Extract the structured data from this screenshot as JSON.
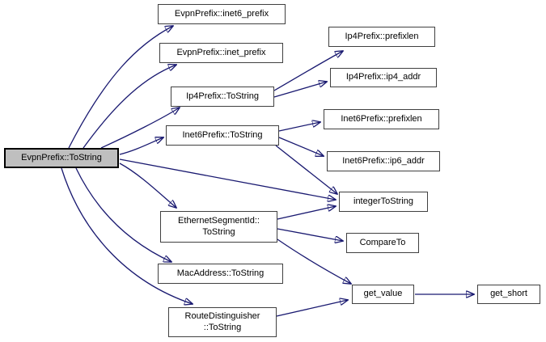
{
  "diagram": {
    "type": "call-graph",
    "colors": {
      "edge": "#191970",
      "node_border": "#404040",
      "node_fill": "#ffffff",
      "highlight_fill": "#bfbfbf",
      "text": "#000000"
    },
    "nodes": {
      "evpn_tostring": {
        "label": "EvpnPrefix::ToString",
        "highlighted": true
      },
      "inet6_prefix": {
        "label": "EvpnPrefix::inet6_prefix"
      },
      "inet_prefix": {
        "label": "EvpnPrefix::inet_prefix"
      },
      "ip4_tostring": {
        "label": "Ip4Prefix::ToString"
      },
      "inet6_tostring": {
        "label": "Inet6Prefix::ToString"
      },
      "ethseg_tostring": {
        "line1": "EthernetSegmentId::",
        "line2": "ToString"
      },
      "mac_tostring": {
        "label": "MacAddress::ToString"
      },
      "rd_tostring": {
        "line1": "RouteDistinguisher",
        "line2": "::ToString"
      },
      "ip4_prefixlen": {
        "label": "Ip4Prefix::prefixlen"
      },
      "ip4_addr": {
        "label": "Ip4Prefix::ip4_addr"
      },
      "inet6_prefixlen": {
        "label": "Inet6Prefix::prefixlen"
      },
      "inet6_addr": {
        "label": "Inet6Prefix::ip6_addr"
      },
      "integer_tostring": {
        "label": "integerToString"
      },
      "compareto": {
        "label": "CompareTo"
      },
      "get_value": {
        "label": "get_value"
      },
      "get_short": {
        "label": "get_short"
      }
    },
    "edges": [
      {
        "from": "EvpnPrefix::ToString",
        "to": "EvpnPrefix::inet6_prefix"
      },
      {
        "from": "EvpnPrefix::ToString",
        "to": "EvpnPrefix::inet_prefix"
      },
      {
        "from": "EvpnPrefix::ToString",
        "to": "Ip4Prefix::ToString"
      },
      {
        "from": "EvpnPrefix::ToString",
        "to": "Inet6Prefix::ToString"
      },
      {
        "from": "EvpnPrefix::ToString",
        "to": "integerToString"
      },
      {
        "from": "EvpnPrefix::ToString",
        "to": "EthernetSegmentId::ToString"
      },
      {
        "from": "EvpnPrefix::ToString",
        "to": "MacAddress::ToString"
      },
      {
        "from": "EvpnPrefix::ToString",
        "to": "RouteDistinguisher::ToString"
      },
      {
        "from": "Ip4Prefix::ToString",
        "to": "Ip4Prefix::prefixlen"
      },
      {
        "from": "Ip4Prefix::ToString",
        "to": "Ip4Prefix::ip4_addr"
      },
      {
        "from": "Inet6Prefix::ToString",
        "to": "Inet6Prefix::prefixlen"
      },
      {
        "from": "Inet6Prefix::ToString",
        "to": "Inet6Prefix::ip6_addr"
      },
      {
        "from": "Inet6Prefix::ToString",
        "to": "integerToString"
      },
      {
        "from": "EthernetSegmentId::ToString",
        "to": "integerToString"
      },
      {
        "from": "EthernetSegmentId::ToString",
        "to": "CompareTo"
      },
      {
        "from": "EthernetSegmentId::ToString",
        "to": "get_value"
      },
      {
        "from": "RouteDistinguisher::ToString",
        "to": "get_value"
      },
      {
        "from": "get_value",
        "to": "get_short"
      }
    ]
  }
}
